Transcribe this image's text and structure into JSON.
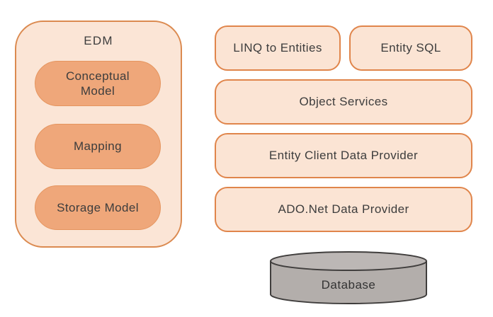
{
  "edm_panel": {
    "label": "EDM",
    "items": [
      {
        "label": "Conceptual Model"
      },
      {
        "label": "Mapping"
      },
      {
        "label": "Storage Model"
      }
    ]
  },
  "stack": {
    "top_row": [
      {
        "label": "LINQ to Entities"
      },
      {
        "label": "Entity SQL"
      }
    ],
    "layers": [
      {
        "label": "Object Services"
      },
      {
        "label": "Entity Client Data Provider"
      },
      {
        "label": "ADO.Net Data Provider"
      }
    ]
  },
  "database": {
    "label": "Database"
  },
  "colors": {
    "panel_fill": "#fbe5d6",
    "panel_border": "#db8a50",
    "pill_fill": "#efa77a",
    "pill_border": "#e5955f",
    "box_fill": "#fbe4d4",
    "box_border": "#e0854b",
    "db_fill": "#b3aeab",
    "db_top_fill": "#bcb7b5",
    "db_border": "#403e3d",
    "text": "#3d3d3d"
  }
}
